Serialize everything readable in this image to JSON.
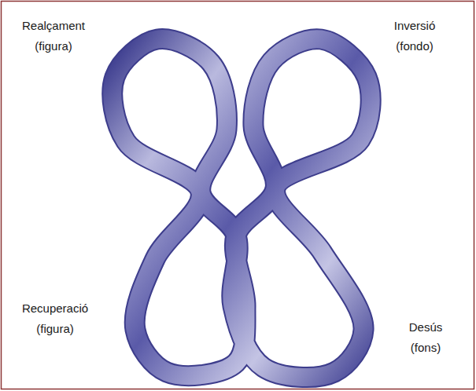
{
  "diagram": {
    "labels": [
      "Realçament (figura)",
      "Inversió (fondo)",
      "Recuperació (figura)",
      "Desús (fons)"
    ]
  }
}
